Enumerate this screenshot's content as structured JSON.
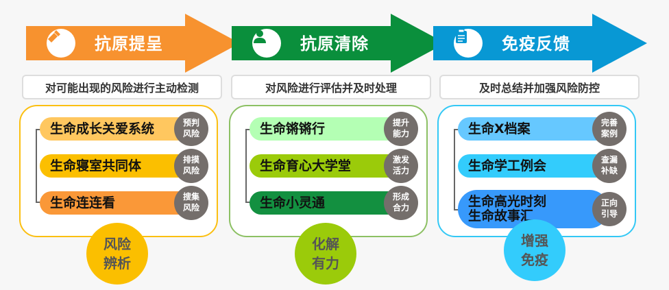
{
  "columns": [
    {
      "title": "抗原提呈",
      "icon": "flashlight-icon",
      "color": "#f7922f",
      "caption": "对可能出现的风险进行主动检测",
      "border": "#fbbf11",
      "items": [
        {
          "label": "生命成长关爱系统",
          "color": "#ffc75f",
          "badge": "预判\n风险"
        },
        {
          "label": "生命寝室共同体",
          "color": "#fbbf00",
          "badge": "排摸\n风险"
        },
        {
          "label": "生命连连看",
          "color": "#fa9838",
          "badge": "搜集\n风险"
        }
      ],
      "circle": {
        "label": "风险\n辨析",
        "color": "#fbbf00"
      }
    },
    {
      "title": "抗原清除",
      "icon": "user-icon",
      "color": "#0a8f3c",
      "caption": "对风险进行评估并及时处理",
      "border": "#8cc063",
      "items": [
        {
          "label": "生命锵锵行",
          "color": "#b4ffb4",
          "badge": "提升\n能力"
        },
        {
          "label": "生命育心大学堂",
          "color": "#9bcb0a",
          "badge": "激发\n活力"
        },
        {
          "label": "生命小灵通",
          "color": "#139040",
          "badge": "形成\n合力"
        }
      ],
      "circle": {
        "label": "化解\n有力",
        "color": "#9bcb0a"
      }
    },
    {
      "title": "免疫反馈",
      "icon": "clipboard-icon",
      "color": "#0898d4",
      "caption": "及时总结并加强风险防控",
      "border": "#33c8f5",
      "items": [
        {
          "label": "生命X档案",
          "color": "#66c8ff",
          "badge": "完善\n案例"
        },
        {
          "label": "生命学工例会",
          "color": "#33ccfc",
          "badge": "查漏\n补缺"
        },
        {
          "label": "生命高光时刻\n生命故事汇",
          "color": "#3799fb",
          "badge": "正向\n引导"
        }
      ],
      "circle": {
        "label": "增强\n免疫",
        "color": "#33ccfc"
      }
    }
  ]
}
